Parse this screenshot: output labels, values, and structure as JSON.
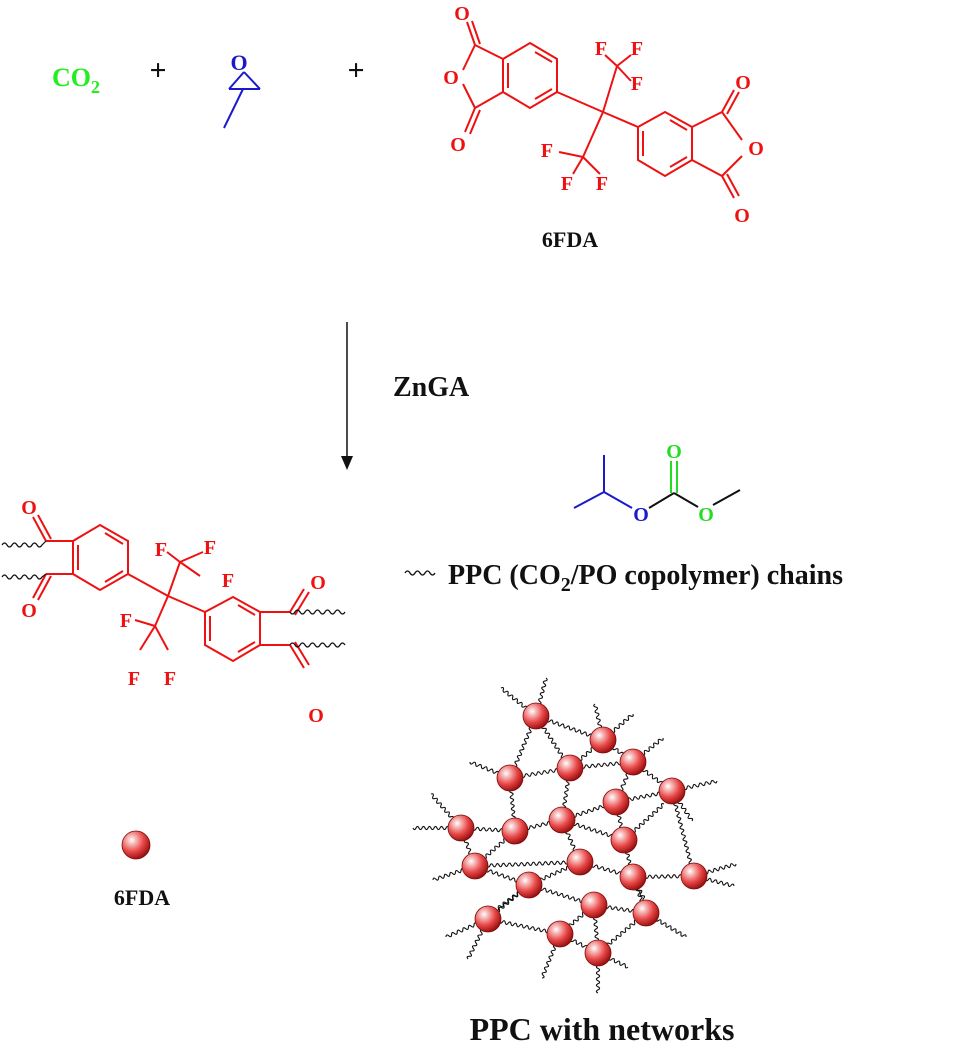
{
  "colors": {
    "co2": "#22ee22",
    "epoxide": "#1a1acc",
    "anhydride": "#ee1111",
    "text": "#111111",
    "carbonate_oxygen": "#22dd22",
    "ester_oxygen": "#1a1acc",
    "sphere_fill": "#e84848"
  },
  "reactants": {
    "co2": {
      "main": "CO",
      "sub": "2"
    },
    "plus": "+",
    "epoxide_atom": "O",
    "anhydride_name": "6FDA"
  },
  "atoms": {
    "oxygen": "O",
    "fluorine": "F"
  },
  "reaction": {
    "catalyst": "ZnGA"
  },
  "legend": {
    "chain_symbol": "~",
    "chain_label_pre": "PPC (CO",
    "chain_label_sub": "2",
    "chain_label_post": "/PO copolymer) chains",
    "sphere_label": "6FDA"
  },
  "network": {
    "caption": "PPC with networks"
  }
}
